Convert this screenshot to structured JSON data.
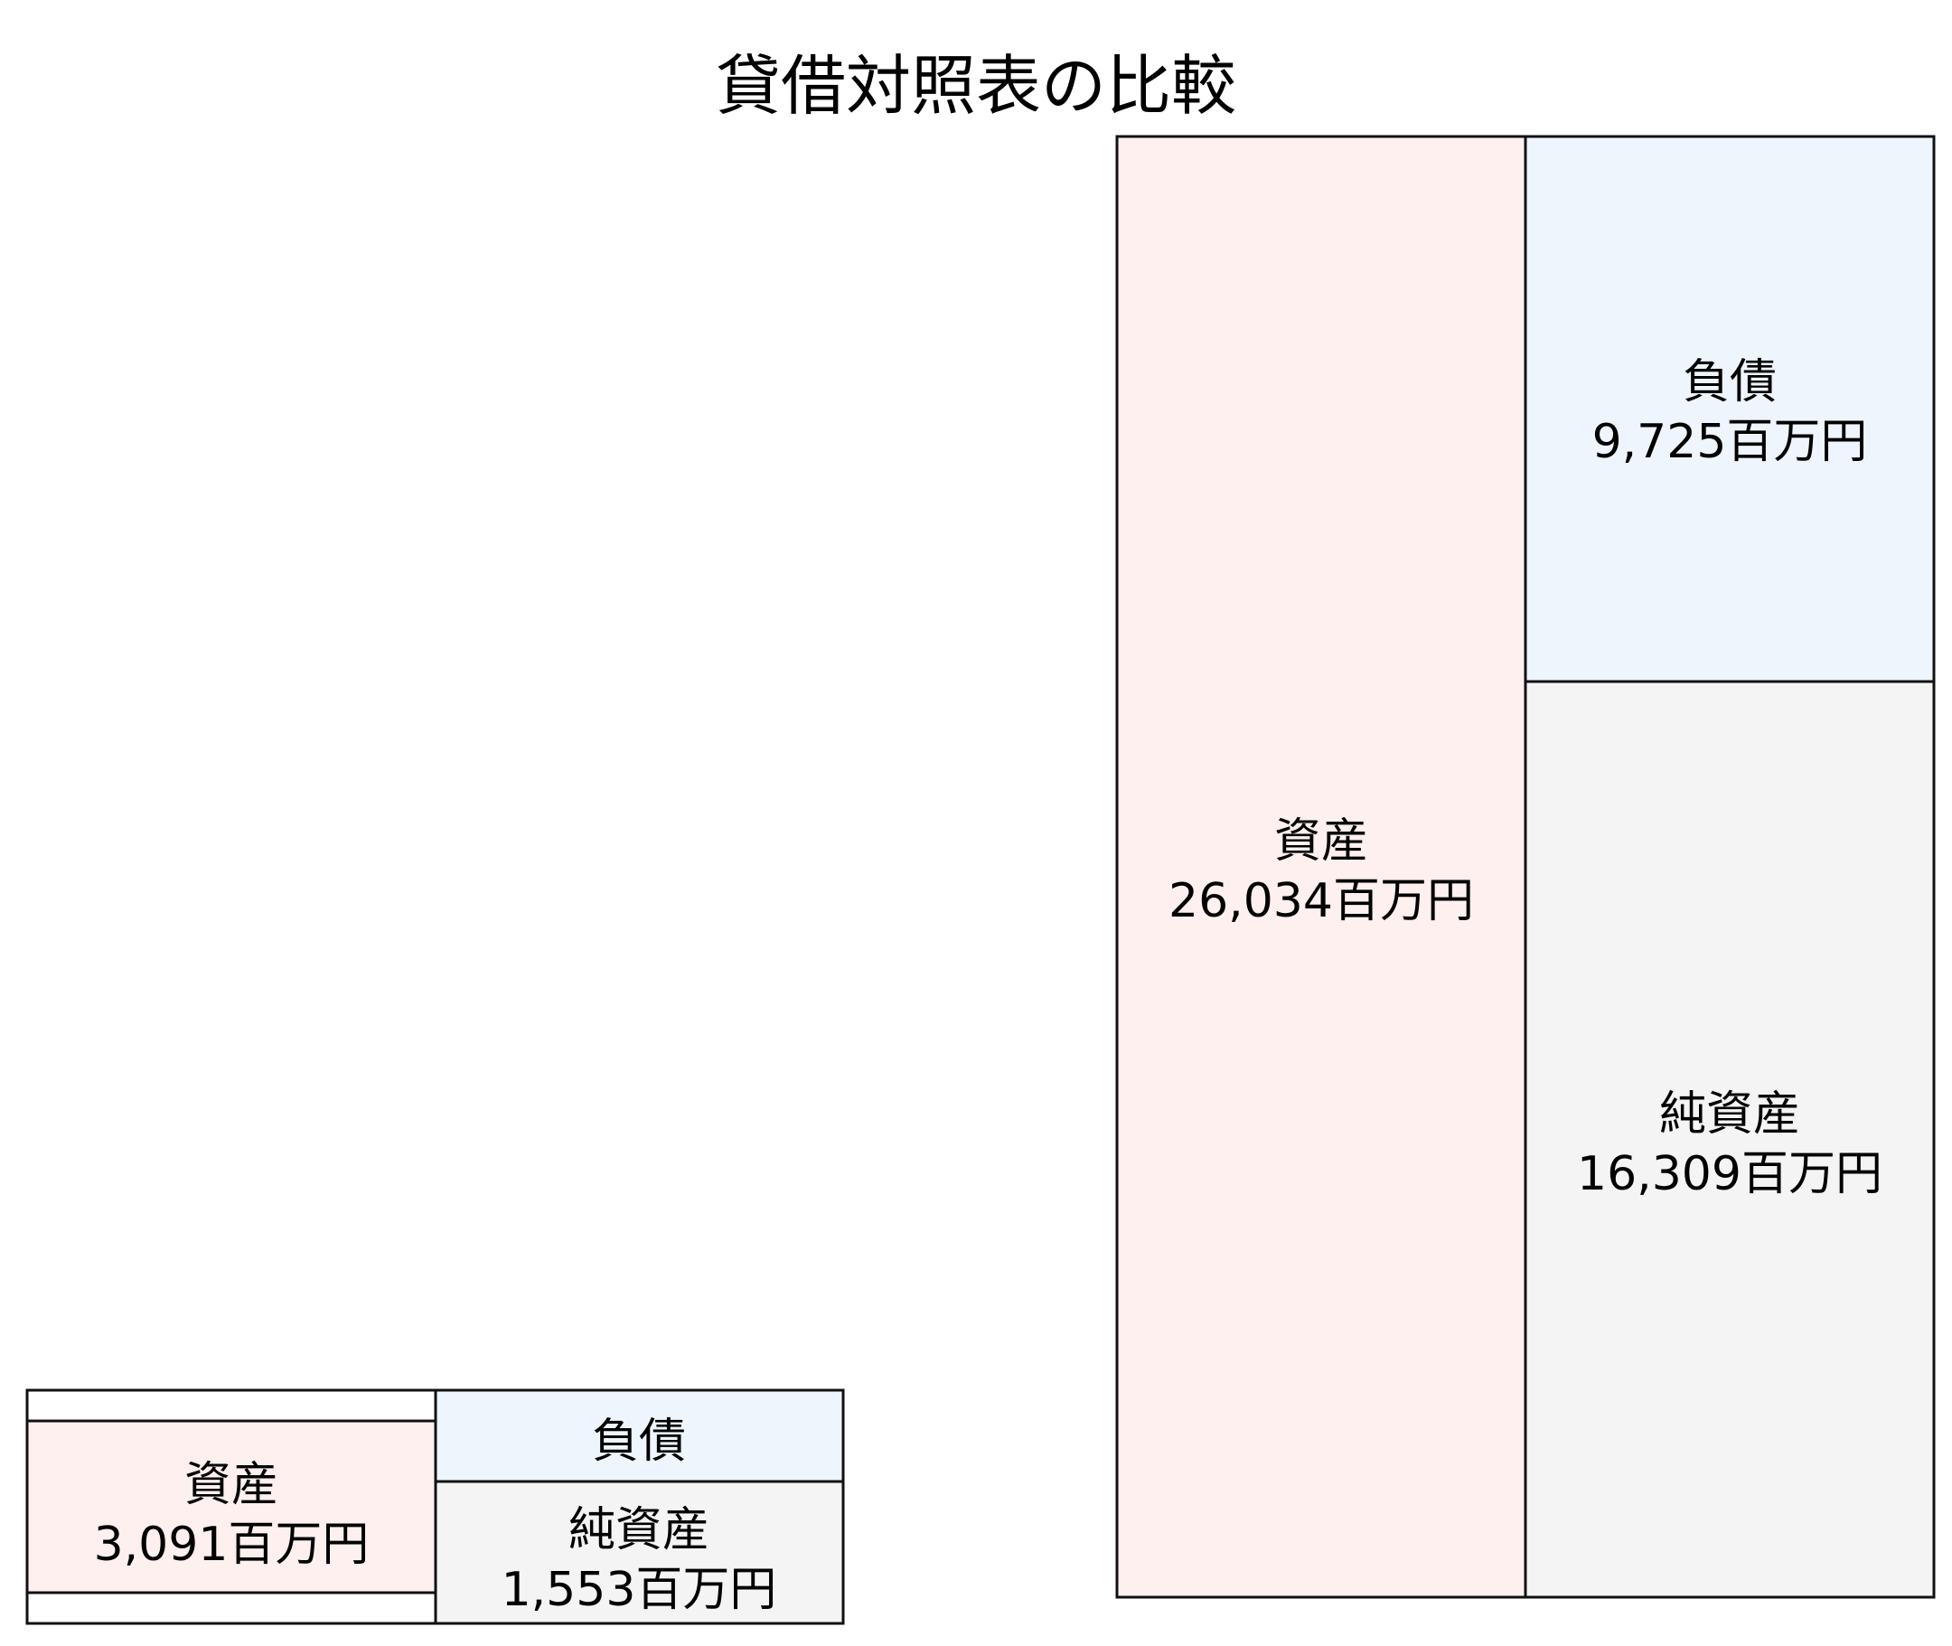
{
  "chart_data": {
    "type": "balance-sheet-comparison",
    "title": "貸借対照表の比較",
    "unit": "百万円",
    "colors": {
      "assets": "#fdf0ef",
      "liabilities": "#eef5fc",
      "net_assets": "#f4f4f4",
      "border": "#111111"
    },
    "sheets": [
      {
        "assets": {
          "label": "資産",
          "value": 3091,
          "text": "3,091百万円"
        },
        "liabilities": {
          "label": "負債",
          "value": 1538
        },
        "net_assets": {
          "label": "純資産",
          "value": 1553,
          "text": "1,553百万円"
        }
      },
      {
        "assets": {
          "label": "資産",
          "value": 26034,
          "text": "26,034百万円"
        },
        "liabilities": {
          "label": "負債",
          "value": 9725,
          "text": "9,725百万円"
        },
        "net_assets": {
          "label": "純資産",
          "value": 16309,
          "text": "16,309百万円"
        }
      }
    ]
  }
}
